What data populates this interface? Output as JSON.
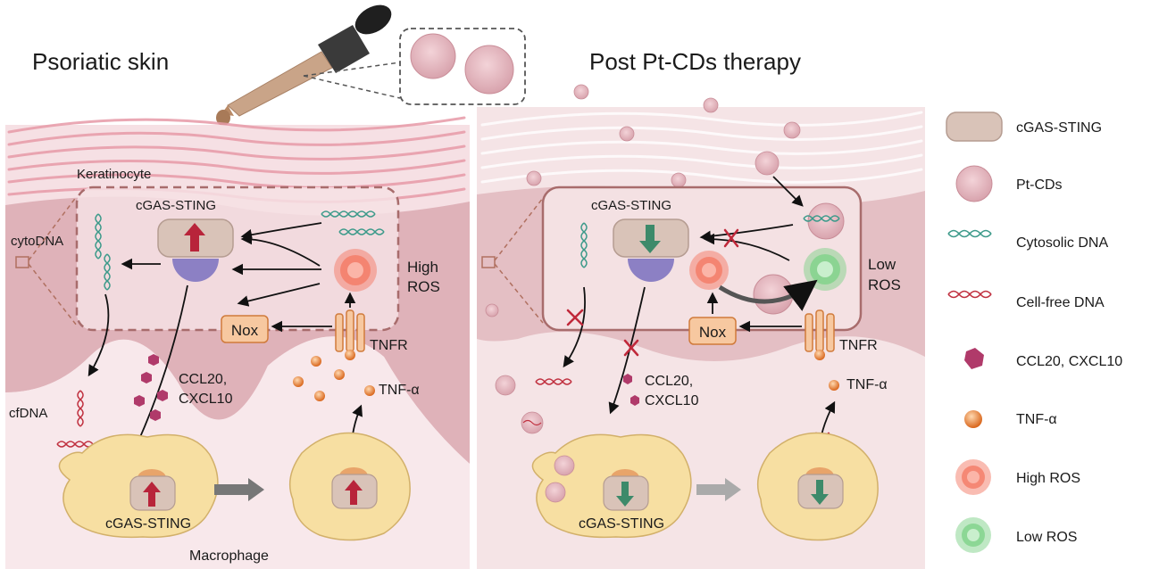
{
  "left_panel": {
    "title": "Psoriatic skin",
    "keratinocyte_label": "Keratinocyte",
    "cgas_label": "cGAS-STING",
    "cytodna_label": "cytoDNA",
    "ros_label_line1": "High",
    "ros_label_line2": "ROS",
    "nox_label": "Nox",
    "tnfr_label": "TNFR",
    "ccl_label_line1": "CCL20,",
    "ccl_label_line2": "CXCL10",
    "tnf_label": "TNF-α",
    "cfdna_label": "cfDNA",
    "macrophage_cgas_label": "cGAS-STING",
    "macrophage_label": "Macrophage"
  },
  "right_panel": {
    "title": "Post Pt-CDs therapy",
    "cgas_label": "cGAS-STING",
    "ros_label_line1": "Low",
    "ros_label_line2": "ROS",
    "nox_label": "Nox",
    "tnfr_label": "TNFR",
    "ccl_label_line1": "CCL20,",
    "ccl_label_line2": "CXCL10",
    "tnf_label": "TNF-α",
    "macrophage_cgas_label": "cGAS-STING"
  },
  "legend": {
    "items": [
      {
        "label": "cGAS-STING",
        "icon": "cgas-sting-icon"
      },
      {
        "label": "Pt-CDs",
        "icon": "pt-cds-icon"
      },
      {
        "label": "Cytosolic DNA",
        "icon": "cytosolic-dna-icon"
      },
      {
        "label": "Cell-free DNA",
        "icon": "cell-free-dna-icon"
      },
      {
        "label": "CCL20, CXCL10",
        "icon": "chemokine-icon"
      },
      {
        "label": "TNF-α",
        "icon": "tnf-alpha-icon"
      },
      {
        "label": "High ROS",
        "icon": "high-ros-icon"
      },
      {
        "label": "Low ROS",
        "icon": "low-ros-icon"
      }
    ]
  },
  "colors": {
    "skin_left": "#f7dfe3",
    "skin_right": "#f3e3e4",
    "cgas": "#d9c3b8",
    "cgas_stroke": "#b59c91",
    "sting_purple": "#8c80c4",
    "up_arrow": "#b8243a",
    "down_arrow": "#3d8a6a",
    "nox_fill": "#f7c8a0",
    "nox_stroke": "#d07a3a",
    "tnf_orange": "#e07b2a",
    "high_ros": "#f47a65",
    "low_ros": "#7fd28a",
    "macrophage": "#f7dfa2",
    "inhibit_x": "#c0283a",
    "dna_teal": "#3c9a8a",
    "dna_red": "#c0303f",
    "chemokine": "#b03a6a",
    "ptcd": "#e7b8c0"
  }
}
